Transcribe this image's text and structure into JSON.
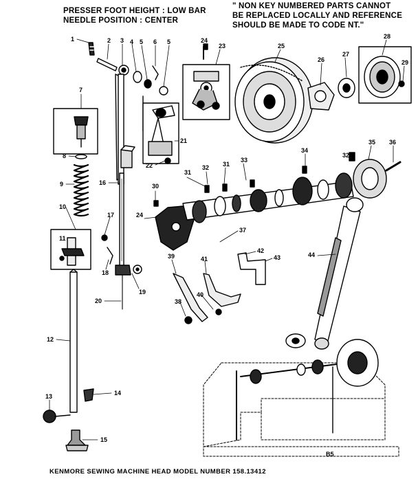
{
  "header": {
    "presser_line": "PRESSER FOOT HEIGHT : LOW BAR",
    "needle_line": "NEEDLE POSITION : CENTER",
    "note_line1": "\" NON KEY NUMBERED PARTS CANNOT",
    "note_line2": "BE REPLACED LOCALLY AND REFERENCE",
    "note_line3": "SHOULD BE MADE TO CODE NT.\""
  },
  "footer": {
    "title": "KENMORE SEWING MACHINE HEAD MODEL NUMBER 158.13412",
    "page_code": "B5"
  },
  "callouts": [
    "1",
    "2",
    "3",
    "4",
    "5",
    "6",
    "5",
    "7",
    "8",
    "9",
    "10",
    "11",
    "12",
    "13",
    "14",
    "15",
    "16",
    "17",
    "18",
    "19",
    "20",
    "21",
    "22",
    "23",
    "24",
    "25",
    "26",
    "27",
    "28",
    "29",
    "24",
    "30",
    "31",
    "32",
    "31",
    "33",
    "34",
    "32",
    "35",
    "36",
    "37",
    "38",
    "39",
    "40",
    "41",
    "42",
    "43",
    "44"
  ]
}
